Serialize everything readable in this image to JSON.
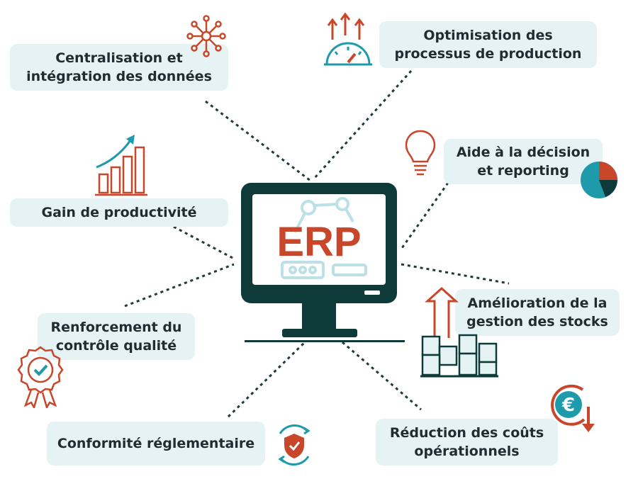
{
  "center": {
    "label": "ERP"
  },
  "benefits": [
    {
      "id": "centralisation",
      "lines": [
        "Centralisation et",
        "intégration des données"
      ]
    },
    {
      "id": "optimisation",
      "lines": [
        "Optimisation des",
        "processus de production"
      ]
    },
    {
      "id": "decision",
      "lines": [
        "Aide à la décision",
        "et reporting"
      ]
    },
    {
      "id": "productivite",
      "lines": [
        "Gain de productivité"
      ]
    },
    {
      "id": "stocks",
      "lines": [
        "Amélioration de la",
        "gestion des stocks"
      ]
    },
    {
      "id": "qualite",
      "lines": [
        "Renforcement du",
        "contrôle qualité"
      ]
    },
    {
      "id": "conformite",
      "lines": [
        "Conformité réglementaire"
      ]
    },
    {
      "id": "couts",
      "lines": [
        "Réduction des coûts",
        "opérationnels"
      ]
    }
  ],
  "colors": {
    "accent": "#c8462a",
    "teal": "#1e9bab",
    "dark": "#0f3a3a",
    "box_bg": "#e5f3f5",
    "text": "#1f2d33"
  },
  "icons": {
    "centralisation": "network-icon",
    "optimisation": "gauge-arrows-icon",
    "decision": "lightbulb-icon",
    "decision_extra": "pie-chart-icon",
    "productivite": "growth-bars-icon",
    "stocks": "boxes-arrow-icon",
    "qualite": "award-badge-icon",
    "conformite": "shield-check-icon",
    "couts": "euro-down-icon"
  }
}
